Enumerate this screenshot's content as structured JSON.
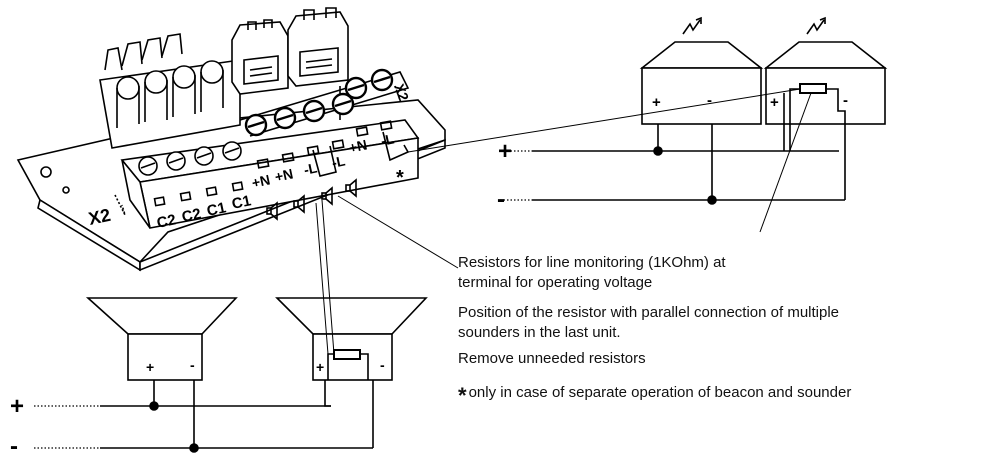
{
  "board": {
    "designator": "X2",
    "top_designator": "X2",
    "terminal_labels": [
      "C2",
      "C2",
      "C1",
      "C1",
      "+N",
      "+N",
      "-L",
      "-L",
      "+N",
      "-L"
    ]
  },
  "beacon_lines": {
    "plus": "+",
    "minus": "-"
  },
  "beacon_units": [
    {
      "plus": "+",
      "minus": "-"
    },
    {
      "plus": "+",
      "minus": "-"
    }
  ],
  "sounder_lines": {
    "plus": "+",
    "minus": "-"
  },
  "sounder_units": [
    {
      "plus": "+",
      "minus": "-"
    },
    {
      "plus": "+",
      "minus": "-"
    }
  ],
  "notes": {
    "resistor_line1": "Resistors for line monitoring (1KOhm) at",
    "resistor_line2": "terminal for operating voltage",
    "position_line1": "Position of the resistor with parallel connection of multiple",
    "position_line2": "sounders in the last unit.",
    "remove": "Remove unneeded resistors",
    "asterisk": "*",
    "separate": "only in case of separate operation of beacon and sounder"
  },
  "board_asterisk": "*",
  "colors": {
    "line": "#000000",
    "background": "#ffffff"
  }
}
